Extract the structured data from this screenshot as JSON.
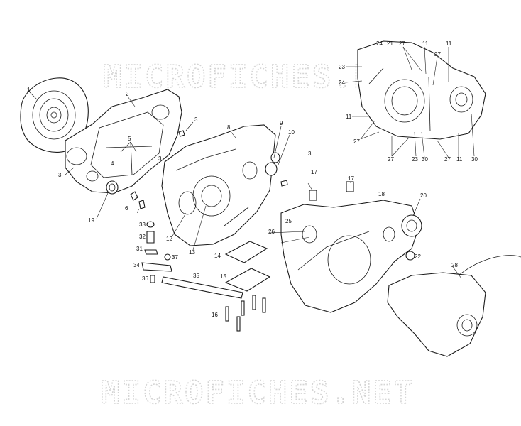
{
  "watermark": {
    "top": "MICROFICHES.NET",
    "bottom": "MICROFICHES.NET"
  },
  "callouts": [
    {
      "id": "c1",
      "label": "1"
    },
    {
      "id": "c2",
      "label": "2"
    },
    {
      "id": "c3a",
      "label": "3"
    },
    {
      "id": "c3b",
      "label": "3"
    },
    {
      "id": "c3c",
      "label": "3"
    },
    {
      "id": "c3d",
      "label": "3"
    },
    {
      "id": "c4",
      "label": "4"
    },
    {
      "id": "c5",
      "label": "5"
    },
    {
      "id": "c6",
      "label": "6"
    },
    {
      "id": "c7",
      "label": "7"
    },
    {
      "id": "c8",
      "label": "8"
    },
    {
      "id": "c9",
      "label": "9"
    },
    {
      "id": "c10",
      "label": "10"
    },
    {
      "id": "c12",
      "label": "12"
    },
    {
      "id": "c13",
      "label": "13"
    },
    {
      "id": "c14",
      "label": "14"
    },
    {
      "id": "c15",
      "label": "15"
    },
    {
      "id": "c16",
      "label": "16"
    },
    {
      "id": "c17a",
      "label": "17"
    },
    {
      "id": "c17b",
      "label": "17"
    },
    {
      "id": "c18",
      "label": "18"
    },
    {
      "id": "c19",
      "label": "19"
    },
    {
      "id": "c20",
      "label": "20"
    },
    {
      "id": "c22",
      "label": "22"
    },
    {
      "id": "c25",
      "label": "25"
    },
    {
      "id": "c26",
      "label": "26"
    },
    {
      "id": "c28",
      "label": "28"
    },
    {
      "id": "c31",
      "label": "31"
    },
    {
      "id": "c32",
      "label": "32"
    },
    {
      "id": "c33",
      "label": "33"
    },
    {
      "id": "c34",
      "label": "34"
    },
    {
      "id": "c35",
      "label": "35"
    },
    {
      "id": "c36",
      "label": "36"
    },
    {
      "id": "c37",
      "label": "37"
    },
    {
      "id": "r24a",
      "label": "24"
    },
    {
      "id": "r21",
      "label": "21"
    },
    {
      "id": "r27a",
      "label": "27"
    },
    {
      "id": "r11a",
      "label": "11"
    },
    {
      "id": "r11b",
      "label": "11"
    },
    {
      "id": "r23a",
      "label": "23"
    },
    {
      "id": "r24b",
      "label": "24"
    },
    {
      "id": "r27b",
      "label": "27"
    },
    {
      "id": "r11c",
      "label": "11"
    },
    {
      "id": "r27c",
      "label": "27"
    },
    {
      "id": "r27d",
      "label": "27"
    },
    {
      "id": "r23b",
      "label": "23"
    },
    {
      "id": "r30a",
      "label": "30"
    },
    {
      "id": "r27e",
      "label": "27"
    },
    {
      "id": "r11d",
      "label": "11"
    },
    {
      "id": "r30b",
      "label": "30"
    }
  ]
}
